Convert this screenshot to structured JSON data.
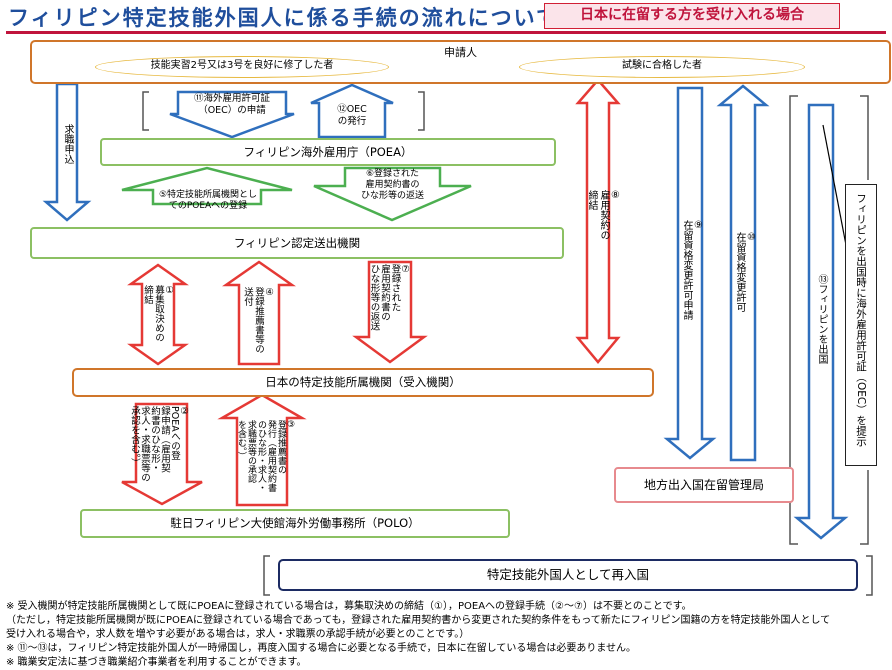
{
  "header": {
    "title": "フィリピン特定技能外国人に係る手続の流れについて",
    "subtitle": "日本に在留する方を受け入れる場合"
  },
  "colors": {
    "title": "#1f4e9c",
    "accent_red": "#d11f35",
    "blue_arrow": "#2f6fbd",
    "green_arrow": "#4caf50",
    "red_arrow": "#e53935",
    "orange_box": "#d0762a",
    "green_box": "#8cc063",
    "navy_box": "#1c2b63"
  },
  "nodes": {
    "applicant": "申請人",
    "applicant_group_a": "技能実習2号又は3号を良好に修了した者",
    "applicant_group_b": "試験に合格した者",
    "poea": "フィリピン海外雇用庁（POEA）",
    "agency": "フィリピン認定送出機関",
    "employer": "日本の特定技能所属機関（受入機関）",
    "polo": "駐日フィリピン大使館海外労働事務所（POLO）",
    "immigration": "地方出入国在留管理局",
    "reentry": "特定技能外国人として再入国"
  },
  "steps": {
    "job_application": "求職申込",
    "s1": "①\n募集取決めの\n締結",
    "s2": "②\nPOEAへの登\n録申請（雇用契\n約書のひな形・\n求人・求職票等の\n承認を含む。）",
    "s3": "③\n登録推薦書の\n発行（雇用契約書\nのひな形・求人・\n求職票等の承認\nを含む。）",
    "s4": "④\n登録推薦書等の\n送付",
    "s5": "⑤特定技能所属機関とし\nてのPOEAへの登録",
    "s6": "⑥登録された\n雇用契約書の\nひな形等の返送",
    "s7": "⑦\n登録された\n雇用契約書の\nひな形等の返送",
    "s8": "⑧\n雇用契約の\n締結",
    "s9": "⑨\n在留資格変更許可申請",
    "s10": "⑩\n在留資格変更許可",
    "s11": "⑪海外雇用許可証\n（OEC）の申請",
    "s12": "⑫OEC\nの発行",
    "s13": "⑬フィリピンを出国",
    "oec_present": "フィリピンを出国時に海外雇用許可証（OEC）を提示"
  },
  "notes": [
    "※  受入機関が特定技能所属機関として既にPOEAに登録されている場合は，募集取決めの締結（①），POEAへの登録手続（②～⑦）は不要とのことです。",
    "   （ただし，特定技能所属機関が既にPOEAに登録されている場合であっても，登録された雇用契約書から変更された契約条件をもって新たにフィリピン国籍の方を特定技能外国人として",
    "   受け入れる場合や，求人数を増やす必要がある場合は，求人・求職票の承認手続が必要とのことです。）",
    "※  ⑪～⑬は，フィリピン特定技能外国人が一時帰国し，再度入国する場合に必要となる手続で，日本に在留している場合は必要ありません。",
    "※  職業安定法に基づき職業紹介事業者を利用することができます。"
  ]
}
